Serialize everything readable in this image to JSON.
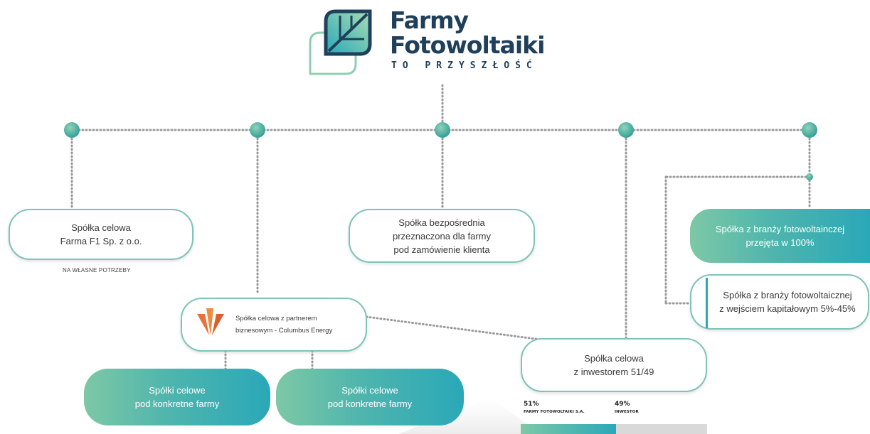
{
  "logo": {
    "line1": "Farmy",
    "line2": "Fotowoltaiki",
    "tagline": "TO PRZYSZŁOŚĆ"
  },
  "nodes": {
    "f1": {
      "text": "Spółka celowa\nFarma F1 Sp. z o.o.",
      "note": "NA WŁASNE POTRZEBY"
    },
    "direct": {
      "text": "Spółka bezpośrednia\nprzeznaczona dla farmy\npod zamówienie klienta"
    },
    "acquired": {
      "text": "Spółka z branży fotowoltainczej\nprzejęta w 100%"
    },
    "equity": {
      "text": "Spółka z branży fotowoltaicznej\nz wejściem kapitałowym 5%-45%"
    },
    "partner": {
      "text": "Spółka celowa z partnerem\nbiznesowym - Columbus Energy"
    },
    "farm_a": {
      "text": "Spółki celowe\npod konkretne farmy"
    },
    "farm_b": {
      "text": "Spółki celowe\npod konkretne farmy"
    },
    "investor": {
      "text": "Spółka celowa\nz inwestorem 51/49"
    }
  },
  "shares": [
    {
      "percent": "51%",
      "label": "FARMY FOTOWOLTAIKI S.A.",
      "value": 51
    },
    {
      "percent": "49%",
      "label": "INWESTOR",
      "value": 49
    }
  ],
  "colors": {
    "navy": "#1f3f5a",
    "teal": "#2aa8b8",
    "green": "#7dc8a6",
    "connector": "#9a9a9a",
    "dot": "#4fb5a0"
  }
}
